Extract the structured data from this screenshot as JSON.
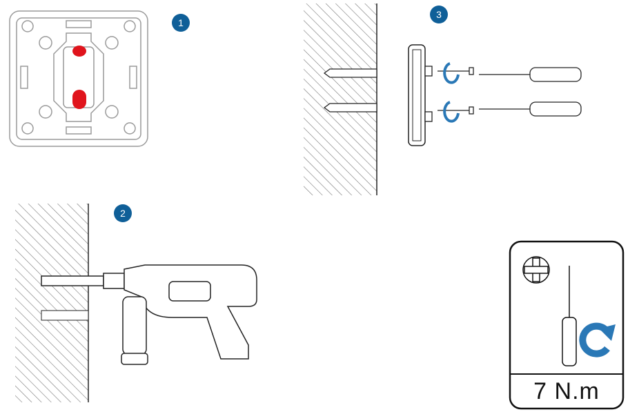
{
  "steps": [
    {
      "number": "1"
    },
    {
      "number": "2"
    },
    {
      "number": "3"
    }
  ],
  "torque_label": "7 N.m",
  "colors": {
    "badge": "#0f5f98",
    "rotate_arrow": "#2a78b6",
    "marker": "#e0141c"
  }
}
